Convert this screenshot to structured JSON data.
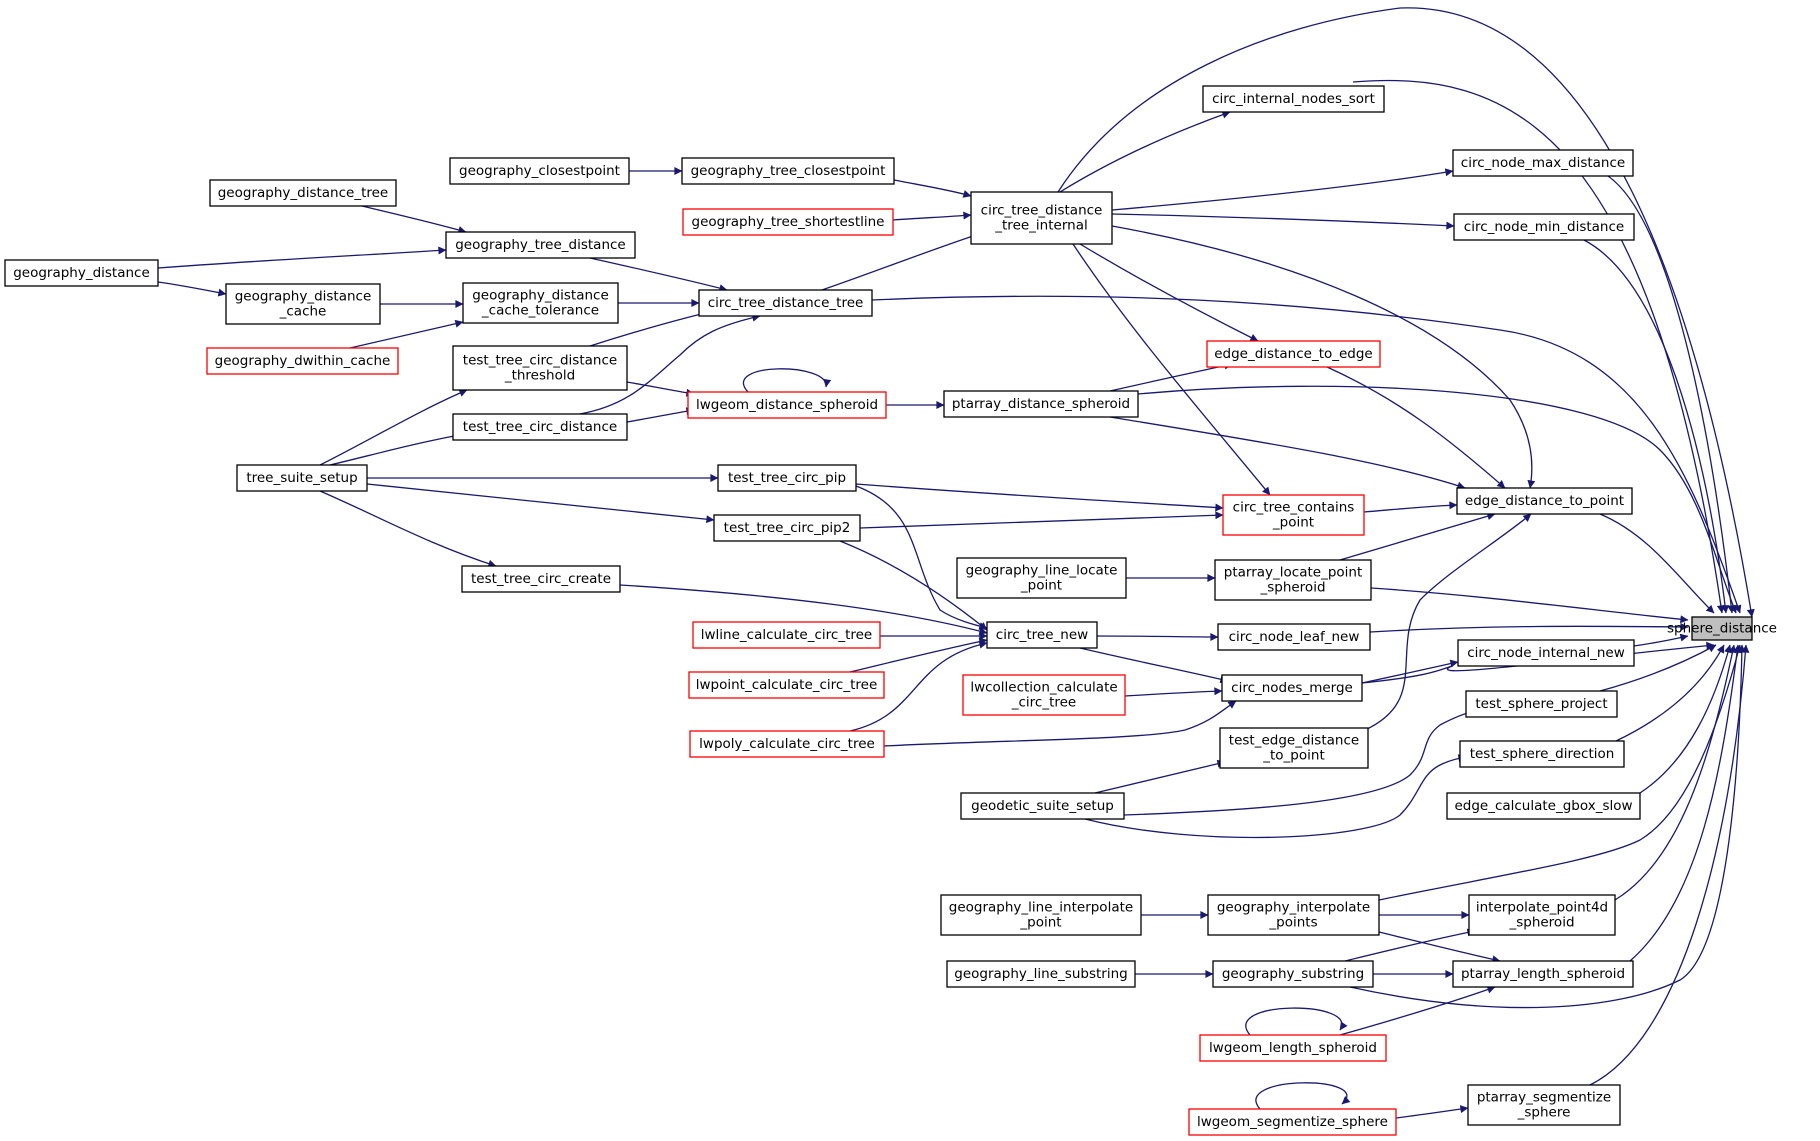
{
  "colors": {
    "edge": "#191970",
    "node_border": "#000000",
    "node_border_truncated": "#ff0000",
    "focus_fill": "#bfbfbf"
  },
  "graph": {
    "nodes": [
      {
        "id": "sphere_distance",
        "lines": [
          "sphere_distance"
        ],
        "focus": true
      },
      {
        "id": "circ_internal_nodes_sort",
        "lines": [
          "circ_internal_nodes_sort"
        ]
      },
      {
        "id": "circ_node_max_distance",
        "lines": [
          "circ_node_max_distance"
        ]
      },
      {
        "id": "circ_node_min_distance",
        "lines": [
          "circ_node_min_distance"
        ]
      },
      {
        "id": "circ_tree_distance_tree_internal",
        "lines": [
          "circ_tree_distance",
          "_tree_internal"
        ]
      },
      {
        "id": "geography_closestpoint",
        "lines": [
          "geography_closestpoint"
        ]
      },
      {
        "id": "geography_tree_closestpoint",
        "lines": [
          "geography_tree_closestpoint"
        ]
      },
      {
        "id": "geography_tree_shortestline",
        "lines": [
          "geography_tree_shortestline"
        ],
        "red": true
      },
      {
        "id": "geography_distance_tree",
        "lines": [
          "geography_distance_tree"
        ]
      },
      {
        "id": "geography_tree_distance",
        "lines": [
          "geography_tree_distance"
        ]
      },
      {
        "id": "geography_distance",
        "lines": [
          "geography_distance"
        ]
      },
      {
        "id": "geography_distance_cache",
        "lines": [
          "geography_distance",
          "_cache"
        ]
      },
      {
        "id": "geography_distance_cache_tolerance",
        "lines": [
          "geography_distance",
          "_cache_tolerance"
        ]
      },
      {
        "id": "circ_tree_distance_tree",
        "lines": [
          "circ_tree_distance_tree"
        ]
      },
      {
        "id": "geography_dwithin_cache",
        "lines": [
          "geography_dwithin_cache"
        ],
        "red": true
      },
      {
        "id": "test_tree_circ_distance_threshold",
        "lines": [
          "test_tree_circ_distance",
          "_threshold"
        ]
      },
      {
        "id": "lwgeom_distance_spheroid",
        "lines": [
          "lwgeom_distance_spheroid"
        ],
        "red": true
      },
      {
        "id": "ptarray_distance_spheroid",
        "lines": [
          "ptarray_distance_spheroid"
        ]
      },
      {
        "id": "edge_distance_to_edge",
        "lines": [
          "edge_distance_to_edge"
        ],
        "red": true
      },
      {
        "id": "test_tree_circ_distance",
        "lines": [
          "test_tree_circ_distance"
        ]
      },
      {
        "id": "tree_suite_setup",
        "lines": [
          "tree_suite_setup"
        ]
      },
      {
        "id": "test_tree_circ_pip",
        "lines": [
          "test_tree_circ_pip"
        ]
      },
      {
        "id": "circ_tree_contains_point",
        "lines": [
          "circ_tree_contains",
          "_point"
        ],
        "red": true
      },
      {
        "id": "edge_distance_to_point",
        "lines": [
          "edge_distance_to_point"
        ]
      },
      {
        "id": "test_tree_circ_pip2",
        "lines": [
          "test_tree_circ_pip2"
        ]
      },
      {
        "id": "geography_line_locate_point",
        "lines": [
          "geography_line_locate",
          "_point"
        ]
      },
      {
        "id": "ptarray_locate_point_spheroid",
        "lines": [
          "ptarray_locate_point",
          "_spheroid"
        ]
      },
      {
        "id": "test_tree_circ_create",
        "lines": [
          "test_tree_circ_create"
        ]
      },
      {
        "id": "lwline_calculate_circ_tree",
        "lines": [
          "lwline_calculate_circ_tree"
        ],
        "red": true
      },
      {
        "id": "circ_tree_new",
        "lines": [
          "circ_tree_new"
        ]
      },
      {
        "id": "circ_node_leaf_new",
        "lines": [
          "circ_node_leaf_new"
        ]
      },
      {
        "id": "circ_node_internal_new",
        "lines": [
          "circ_node_internal_new"
        ]
      },
      {
        "id": "lwpoint_calculate_circ_tree",
        "lines": [
          "lwpoint_calculate_circ_tree"
        ],
        "red": true
      },
      {
        "id": "lwcollection_calculate_circ_tree",
        "lines": [
          "lwcollection_calculate",
          "_circ_tree"
        ],
        "red": true
      },
      {
        "id": "circ_nodes_merge",
        "lines": [
          "circ_nodes_merge"
        ]
      },
      {
        "id": "test_sphere_project",
        "lines": [
          "test_sphere_project"
        ]
      },
      {
        "id": "lwpoly_calculate_circ_tree",
        "lines": [
          "lwpoly_calculate_circ_tree"
        ],
        "red": true
      },
      {
        "id": "test_edge_distance_to_point",
        "lines": [
          "test_edge_distance",
          "_to_point"
        ]
      },
      {
        "id": "test_sphere_direction",
        "lines": [
          "test_sphere_direction"
        ]
      },
      {
        "id": "geodetic_suite_setup",
        "lines": [
          "geodetic_suite_setup"
        ]
      },
      {
        "id": "edge_calculate_gbox_slow",
        "lines": [
          "edge_calculate_gbox_slow"
        ]
      },
      {
        "id": "geography_line_interpolate_point",
        "lines": [
          "geography_line_interpolate",
          "_point"
        ]
      },
      {
        "id": "geography_interpolate_points",
        "lines": [
          "geography_interpolate",
          "_points"
        ]
      },
      {
        "id": "interpolate_point4d_spheroid",
        "lines": [
          "interpolate_point4d",
          "_spheroid"
        ]
      },
      {
        "id": "geography_line_substring",
        "lines": [
          "geography_line_substring"
        ]
      },
      {
        "id": "geography_substring",
        "lines": [
          "geography_substring"
        ]
      },
      {
        "id": "ptarray_length_spheroid",
        "lines": [
          "ptarray_length_spheroid"
        ]
      },
      {
        "id": "lwgeom_length_spheroid",
        "lines": [
          "lwgeom_length_spheroid"
        ],
        "red": true
      },
      {
        "id": "lwgeom_segmentize_sphere",
        "lines": [
          "lwgeom_segmentize_sphere"
        ],
        "red": true
      },
      {
        "id": "ptarray_segmentize_sphere",
        "lines": [
          "ptarray_segmentize",
          "_sphere"
        ]
      }
    ],
    "edges": [
      {
        "from": "circ_internal_nodes_sort",
        "to": "sphere_distance"
      },
      {
        "from": "circ_node_max_distance",
        "to": "sphere_distance"
      },
      {
        "from": "circ_node_min_distance",
        "to": "sphere_distance"
      },
      {
        "from": "circ_tree_distance_tree_internal",
        "to": "sphere_distance"
      },
      {
        "from": "circ_tree_distance_tree",
        "to": "sphere_distance"
      },
      {
        "from": "ptarray_distance_spheroid",
        "to": "sphere_distance"
      },
      {
        "from": "edge_distance_to_point",
        "to": "sphere_distance"
      },
      {
        "from": "ptarray_locate_point_spheroid",
        "to": "sphere_distance"
      },
      {
        "from": "circ_node_leaf_new",
        "to": "sphere_distance"
      },
      {
        "from": "circ_node_internal_new",
        "to": "sphere_distance"
      },
      {
        "from": "circ_nodes_merge",
        "to": "sphere_distance"
      },
      {
        "from": "test_sphere_project",
        "to": "sphere_distance"
      },
      {
        "from": "test_sphere_direction",
        "to": "sphere_distance"
      },
      {
        "from": "edge_calculate_gbox_slow",
        "to": "sphere_distance"
      },
      {
        "from": "geography_interpolate_points",
        "to": "sphere_distance"
      },
      {
        "from": "interpolate_point4d_spheroid",
        "to": "sphere_distance"
      },
      {
        "from": "ptarray_length_spheroid",
        "to": "sphere_distance"
      },
      {
        "from": "geography_substring",
        "to": "sphere_distance"
      },
      {
        "from": "ptarray_segmentize_sphere",
        "to": "sphere_distance"
      },
      {
        "from": "circ_tree_distance_tree_internal",
        "to": "circ_internal_nodes_sort"
      },
      {
        "from": "circ_tree_distance_tree_internal",
        "to": "circ_node_max_distance"
      },
      {
        "from": "circ_tree_distance_tree_internal",
        "to": "circ_node_min_distance"
      },
      {
        "from": "circ_tree_distance_tree_internal",
        "to": "edge_distance_to_edge"
      },
      {
        "from": "circ_tree_distance_tree_internal",
        "to": "edge_distance_to_point"
      },
      {
        "from": "circ_tree_distance_tree_internal",
        "to": "circ_tree_contains_point"
      },
      {
        "from": "geography_tree_closestpoint",
        "to": "circ_tree_distance_tree_internal"
      },
      {
        "from": "geography_tree_shortestline",
        "to": "circ_tree_distance_tree_internal"
      },
      {
        "from": "circ_tree_distance_tree",
        "to": "circ_tree_distance_tree_internal"
      },
      {
        "from": "geography_closestpoint",
        "to": "geography_tree_closestpoint"
      },
      {
        "from": "geography_distance_tree",
        "to": "geography_tree_distance"
      },
      {
        "from": "geography_distance",
        "to": "geography_tree_distance"
      },
      {
        "from": "geography_distance",
        "to": "geography_distance_cache"
      },
      {
        "from": "geography_distance_cache",
        "to": "geography_distance_cache_tolerance"
      },
      {
        "from": "geography_dwithin_cache",
        "to": "geography_distance_cache_tolerance"
      },
      {
        "from": "geography_tree_distance",
        "to": "circ_tree_distance_tree"
      },
      {
        "from": "geography_distance_cache_tolerance",
        "to": "circ_tree_distance_tree"
      },
      {
        "from": "test_tree_circ_distance_threshold",
        "to": "circ_tree_distance_tree"
      },
      {
        "from": "test_tree_circ_distance",
        "to": "circ_tree_distance_tree"
      },
      {
        "from": "test_tree_circ_distance_threshold",
        "to": "lwgeom_distance_spheroid"
      },
      {
        "from": "test_tree_circ_distance",
        "to": "lwgeom_distance_spheroid"
      },
      {
        "from": "lwgeom_distance_spheroid",
        "to": "lwgeom_distance_spheroid"
      },
      {
        "from": "lwgeom_distance_spheroid",
        "to": "ptarray_distance_spheroid"
      },
      {
        "from": "ptarray_distance_spheroid",
        "to": "edge_distance_to_edge"
      },
      {
        "from": "ptarray_distance_spheroid",
        "to": "edge_distance_to_point"
      },
      {
        "from": "edge_distance_to_edge",
        "to": "edge_distance_to_point"
      },
      {
        "from": "tree_suite_setup",
        "to": "test_tree_circ_distance_threshold"
      },
      {
        "from": "tree_suite_setup",
        "to": "test_tree_circ_distance"
      },
      {
        "from": "tree_suite_setup",
        "to": "test_tree_circ_pip"
      },
      {
        "from": "tree_suite_setup",
        "to": "test_tree_circ_pip2"
      },
      {
        "from": "tree_suite_setup",
        "to": "test_tree_circ_create"
      },
      {
        "from": "test_tree_circ_pip",
        "to": "circ_tree_contains_point"
      },
      {
        "from": "test_tree_circ_pip2",
        "to": "circ_tree_contains_point"
      },
      {
        "from": "circ_tree_contains_point",
        "to": "edge_distance_to_point"
      },
      {
        "from": "ptarray_locate_point_spheroid",
        "to": "edge_distance_to_point"
      },
      {
        "from": "test_edge_distance_to_point",
        "to": "edge_distance_to_point"
      },
      {
        "from": "geography_line_locate_point",
        "to": "ptarray_locate_point_spheroid"
      },
      {
        "from": "test_tree_circ_pip",
        "to": "circ_tree_new"
      },
      {
        "from": "test_tree_circ_pip2",
        "to": "circ_tree_new"
      },
      {
        "from": "test_tree_circ_create",
        "to": "circ_tree_new"
      },
      {
        "from": "lwline_calculate_circ_tree",
        "to": "circ_tree_new"
      },
      {
        "from": "lwpoint_calculate_circ_tree",
        "to": "circ_tree_new"
      },
      {
        "from": "lwpoly_calculate_circ_tree",
        "to": "circ_tree_new"
      },
      {
        "from": "circ_tree_new",
        "to": "circ_node_leaf_new"
      },
      {
        "from": "circ_tree_new",
        "to": "circ_nodes_merge"
      },
      {
        "from": "lwcollection_calculate_circ_tree",
        "to": "circ_nodes_merge"
      },
      {
        "from": "lwpoly_calculate_circ_tree",
        "to": "circ_nodes_merge"
      },
      {
        "from": "circ_nodes_merge",
        "to": "circ_node_internal_new"
      },
      {
        "from": "geodetic_suite_setup",
        "to": "test_edge_distance_to_point"
      },
      {
        "from": "geodetic_suite_setup",
        "to": "test_sphere_project"
      },
      {
        "from": "geodetic_suite_setup",
        "to": "test_sphere_direction"
      },
      {
        "from": "geography_line_interpolate_point",
        "to": "geography_interpolate_points"
      },
      {
        "from": "geography_interpolate_points",
        "to": "interpolate_point4d_spheroid"
      },
      {
        "from": "geography_interpolate_points",
        "to": "ptarray_length_spheroid"
      },
      {
        "from": "geography_substring",
        "to": "interpolate_point4d_spheroid"
      },
      {
        "from": "geography_substring",
        "to": "ptarray_length_spheroid"
      },
      {
        "from": "geography_line_substring",
        "to": "geography_substring"
      },
      {
        "from": "lwgeom_length_spheroid",
        "to": "ptarray_length_spheroid"
      },
      {
        "from": "lwgeom_length_spheroid",
        "to": "lwgeom_length_spheroid"
      },
      {
        "from": "lwgeom_segmentize_sphere",
        "to": "lwgeom_segmentize_sphere"
      },
      {
        "from": "lwgeom_segmentize_sphere",
        "to": "ptarray_segmentize_sphere"
      }
    ]
  }
}
